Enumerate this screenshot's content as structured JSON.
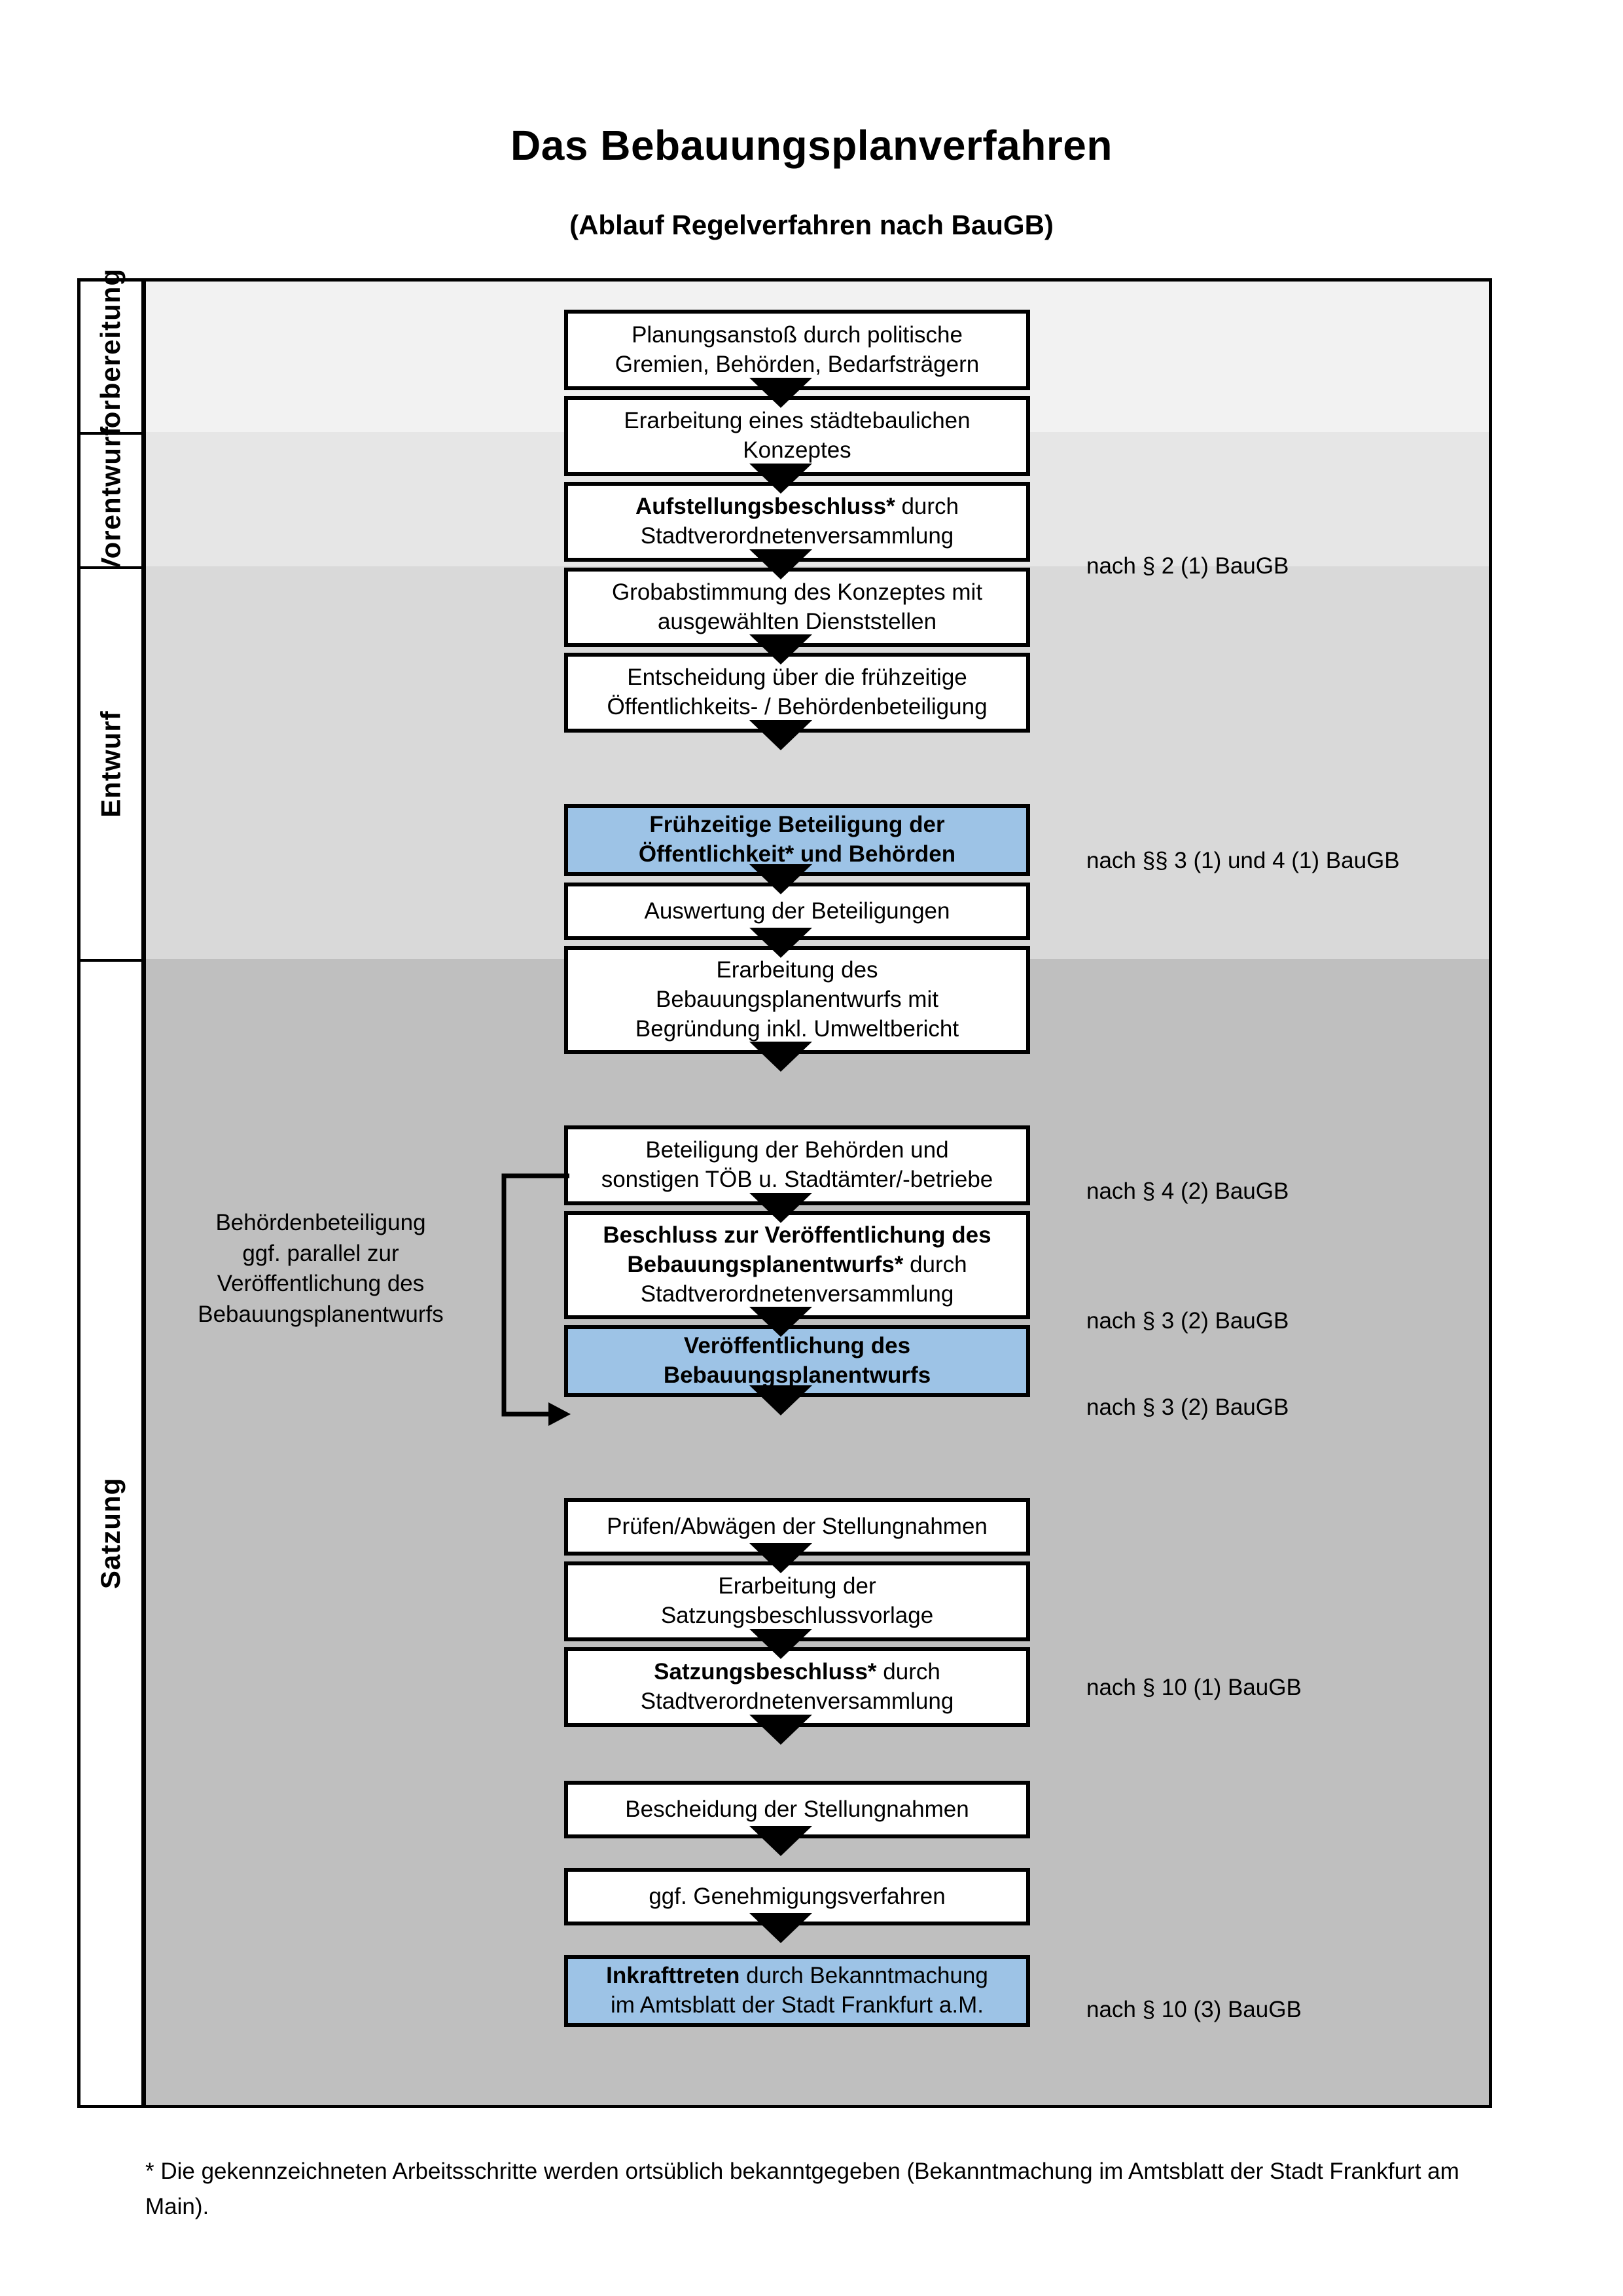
{
  "title": "Das Bebauungsplanverfahren",
  "subtitle": "(Ablauf Regelverfahren nach BauGB)",
  "phases": [
    {
      "label": "Vorbereitung",
      "band_color": "#f2f2f2"
    },
    {
      "label": "Vorentwurf",
      "band_color": "#e6e6e6"
    },
    {
      "label": "Entwurf",
      "band_color": "#d9d9d9"
    },
    {
      "label": "Satzung",
      "band_color": "#bfbfbf"
    }
  ],
  "nodes": [
    {
      "id": "planungsanstoss",
      "phase": "Vorbereitung",
      "lines": [
        "Planungsanstoß durch politische",
        "Gremien, Behörden, Bedarfsträgern"
      ],
      "bold_prefix": "",
      "accent": false
    },
    {
      "id": "konzept",
      "phase": "Vorbereitung",
      "lines": [
        "Erarbeitung eines städtebaulichen",
        "Konzeptes"
      ],
      "bold_prefix": "",
      "accent": false
    },
    {
      "id": "aufstellungsbeschluss",
      "phase": "Vorbereitung",
      "bold_prefix": "Aufstellungsbeschluss*",
      "rest_first_line": " durch",
      "lines": [
        "Stadtverordnetenversammlung"
      ],
      "accent": false
    },
    {
      "id": "grobabstimmung",
      "phase": "Vorentwurf",
      "lines": [
        "Grobabstimmung des Konzeptes mit",
        "ausgewählten Dienststellen"
      ],
      "bold_prefix": "",
      "accent": false
    },
    {
      "id": "entscheidung-fruehzeitig",
      "phase": "Vorentwurf",
      "lines": [
        "Entscheidung über die frühzeitige",
        "Öffentlichkeits- / Behördenbeteiligung"
      ],
      "bold_prefix": "",
      "accent": false
    },
    {
      "id": "fruehzeitige-beteiligung",
      "phase": "Vorentwurf",
      "lines": [
        "Frühzeitige Beteiligung der",
        "Öffentlichkeit* und Behörden"
      ],
      "bold_prefix": "",
      "accent": true,
      "all_bold": true
    },
    {
      "id": "auswertung",
      "phase": "Entwurf",
      "lines": [
        "Auswertung der Beteiligungen"
      ],
      "bold_prefix": "",
      "accent": false
    },
    {
      "id": "erarbeitung-entwurf",
      "phase": "Entwurf",
      "lines": [
        "Erarbeitung des",
        "Bebauungsplanentwurfs mit",
        "Begründung inkl. Umweltbericht"
      ],
      "bold_prefix": "",
      "accent": false
    },
    {
      "id": "beteiligung-behoerden",
      "phase": "Entwurf",
      "lines": [
        "Beteiligung der Behörden und",
        "sonstigen TÖB u. Stadtämter/-betriebe"
      ],
      "bold_prefix": "",
      "accent": false
    },
    {
      "id": "beschluss-veroeffentlichung",
      "phase": "Entwurf",
      "bold_prefix": "Beschluss zur Veröffentlichung des Bebauungsplanentwurfs*",
      "rest_first_line": " durch",
      "lines": [
        "Stadtverordnetenversammlung"
      ],
      "accent": false
    },
    {
      "id": "veroeffentlichung",
      "phase": "Entwurf",
      "lines": [
        "Veröffentlichung des",
        "Bebauungsplanentwurfs"
      ],
      "bold_prefix": "",
      "accent": true,
      "all_bold": true
    },
    {
      "id": "pruefen-abwaegen",
      "phase": "Satzung",
      "lines": [
        "Prüfen/Abwägen der Stellungnahmen"
      ],
      "bold_prefix": "",
      "accent": false
    },
    {
      "id": "satzungsbeschlussvorlage",
      "phase": "Satzung",
      "lines": [
        "Erarbeitung der",
        "Satzungsbeschlussvorlage"
      ],
      "bold_prefix": "",
      "accent": false
    },
    {
      "id": "satzungsbeschluss",
      "phase": "Satzung",
      "bold_prefix": "Satzungsbeschluss*",
      "rest_first_line": " durch",
      "lines": [
        "Stadtverordnetenversammlung"
      ],
      "accent": false
    },
    {
      "id": "bescheidung",
      "phase": "Satzung",
      "lines": [
        "Bescheidung der Stellungnahmen"
      ],
      "bold_prefix": "",
      "accent": false
    },
    {
      "id": "genehmigungsverfahren",
      "phase": "Satzung",
      "lines": [
        "ggf. Genehmigungsverfahren"
      ],
      "bold_prefix": "",
      "accent": false
    },
    {
      "id": "inkrafttreten",
      "phase": "Satzung",
      "bold_prefix": "Inkrafttreten",
      "rest_first_line": " durch Bekanntmachung",
      "lines": [
        "im Amtsblatt der Stadt Frankfurt a.M."
      ],
      "accent": true
    }
  ],
  "legal_refs": [
    {
      "for": "aufstellungsbeschluss",
      "text": "nach § 2 (1) BauGB"
    },
    {
      "for": "fruehzeitige-beteiligung",
      "text": "nach §§ 3 (1) und 4 (1) BauGB"
    },
    {
      "for": "beteiligung-behoerden",
      "text": "nach § 4 (2) BauGB"
    },
    {
      "for": "beschluss-veroeffentlichung",
      "text": "nach § 3 (2) BauGB"
    },
    {
      "for": "veroeffentlichung",
      "text": "nach § 3 (2) BauGB"
    },
    {
      "for": "satzungsbeschluss",
      "text": "nach § 10 (1) BauGB"
    },
    {
      "for": "inkrafttreten",
      "text": "nach § 10 (3) BauGB"
    }
  ],
  "side_note": {
    "lines": [
      "Behördenbeteiligung",
      "ggf. parallel zur",
      "Veröffentlichung des",
      "Bebauungsplanentwurfs"
    ]
  },
  "footnote": "* Die gekennzeichneten Arbeitsschritte werden ortsüblich bekanntgegeben (Bekanntmachung im Amtsblatt  der Stadt Frankfurt am Main).",
  "colors": {
    "accent_blue": "#9dc3e6",
    "band_vorbereitung": "#f2f2f2",
    "band_vorentwurf": "#e6e6e6",
    "band_entwurf": "#d9d9d9",
    "band_satzung": "#bfbfbf",
    "line": "#000000"
  }
}
